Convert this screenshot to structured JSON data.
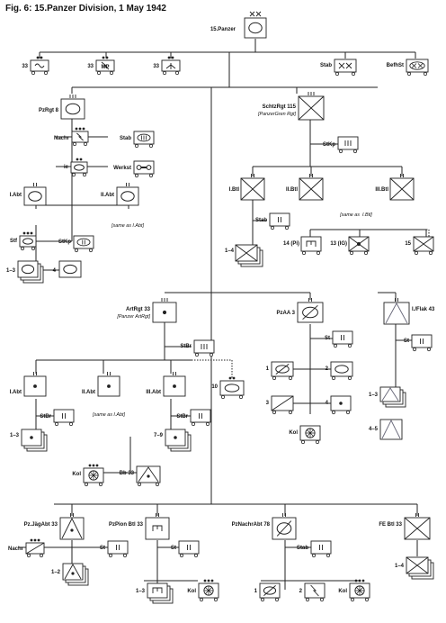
{
  "title": "Fig. 6: 15.Panzer Division, 1 May 1942",
  "labels": {
    "div": "15.Panzer",
    "co33a": "33",
    "co33mp": "33",
    "co33c": "33",
    "mp": "MP",
    "stab": "Stab",
    "befhst": "BefhSt",
    "pzrgt": "PzRgt 8",
    "nachr": "Nachr",
    "stab2": "Stab",
    "ie": "ie",
    "werkst": "Werkst",
    "abt1": "I.Abt",
    "abt2": "II.Abt",
    "same1": "[same as I.Abt]",
    "stf": "Stf",
    "stkp": "StKp",
    "r13": "1–3",
    "r4": "4",
    "schtz": "SchtzRgt 115",
    "schtz_sub": "[PanzerGren Rgt]",
    "stkp2": "StKp",
    "ibtl": "I.Btl",
    "iibtl": "II.Btl",
    "iiibtl": "III.Btl",
    "same2": "[same as",
    "same2b": "I.Btl]",
    "stab3": "Stab",
    "r14": "1–4",
    "c14": "14 (Pi)",
    "c13": "13 (IG)",
    "c15": "15",
    "art": "ArtRgt 33",
    "art_sub": "[Panzer ArtRgt]",
    "stbr": "StBr",
    "aI": "I.Abt",
    "aII": "II.Abt",
    "aIII": "III.Abt",
    "a10": "10",
    "same3": "[same as I.Abt]",
    "stbr2": "StBr",
    "stbr3": "StBr",
    "r13b": "1–3",
    "r79": "7–9",
    "kol": "Kol",
    "bb": "Bb 33",
    "pzaa": "PzAA 3",
    "st1": "St",
    "s1": "1",
    "s2": "2",
    "s3": "3",
    "s4": "4",
    "kol2": "Kol",
    "flak": "I./Flak 43",
    "st2": "St",
    "f13": "1–3",
    "f45": "4–5",
    "jag": "Pz.JägAbt 33",
    "nachr2": "Nachr",
    "st3": "St",
    "r12": "1–2",
    "pion": "PzPion Btl 33",
    "st4": "St",
    "r13c": "1–3",
    "kol3": "Kol",
    "nachra": "PzNachrAbt 78",
    "stab4": "Stab",
    "n1": "1",
    "n2": "2",
    "kol4": "Kol",
    "fe": "FE Btl 33",
    "r14b": "1–4"
  },
  "icons": {
    "armor": "armor-oval-icon",
    "infantry": "infantry-x-icon",
    "artillery": "artillery-dot-icon",
    "recon": "recon-slash-icon",
    "flak": "antiaircraft-triangle-icon",
    "engineer": "engineer-bridge-icon",
    "signals": "signals-lightning-icon",
    "supply": "supply-wheel-icon"
  }
}
